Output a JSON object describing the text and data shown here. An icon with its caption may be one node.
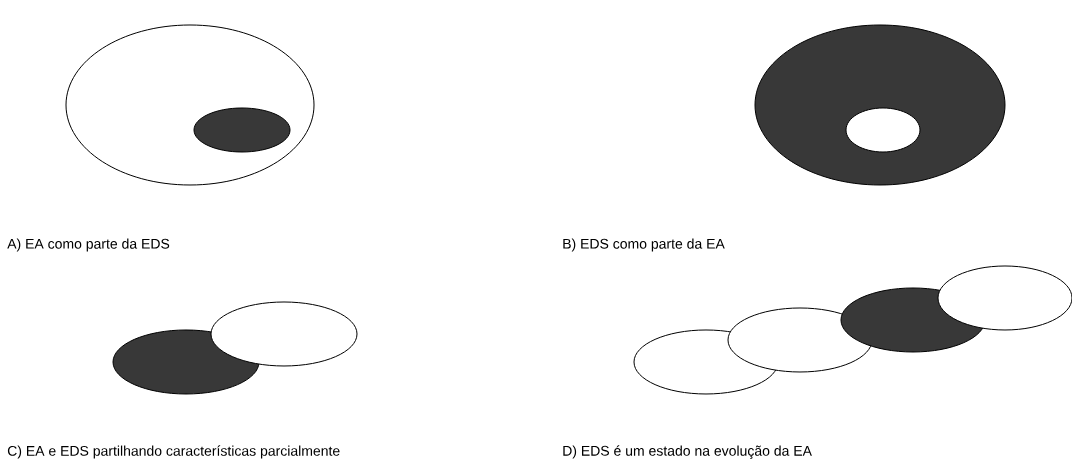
{
  "diagram": {
    "nodes": [
      {
        "text": [],
        "shape": "ellipse"
      },
      {
        "text": [],
        "shape": "ellipse",
        "in": 0
      },
      {
        "text": [],
        "shape": "ellipse"
      },
      {
        "text": [],
        "shape": "ellipse",
        "in": 2
      },
      {
        "text": [],
        "shape": "ellipse"
      },
      {
        "text": [],
        "shape": "ellipse"
      },
      {
        "text": [],
        "shape": "ellipse"
      },
      {
        "text": [],
        "shape": "ellipse"
      },
      {
        "text": [],
        "shape": "ellipse"
      },
      {
        "text": [],
        "shape": "ellipse"
      }
    ],
    "labels": [
      "A) EA como parte da EDS",
      "B) EDS como parte da EA",
      "C) EA e EDS partilhando características parcialmente",
      "D) EDS é um estado na evolução da EA"
    ]
  }
}
